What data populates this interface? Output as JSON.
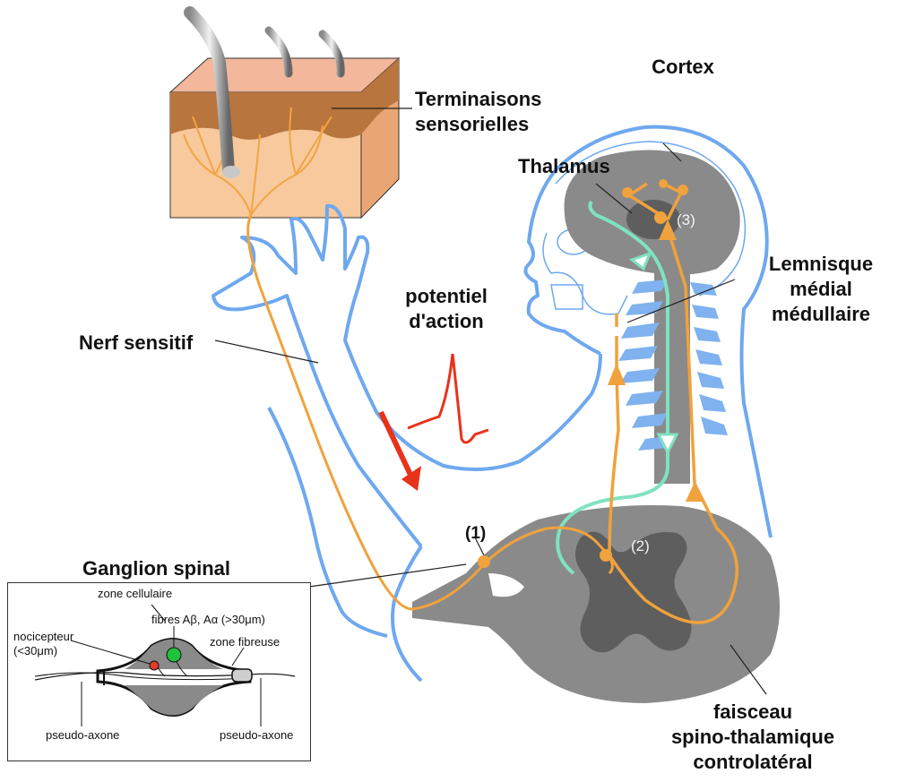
{
  "labels": {
    "cortex": "Cortex",
    "terminaisons_line1": "Terminaisons",
    "terminaisons_line2": "sensorielles",
    "thalamus": "Thalamus",
    "lemnisque_line1": "Lemnisque",
    "lemnisque_line2": "médial",
    "lemnisque_line3": "médullaire",
    "potentiel_line1": "potentiel",
    "potentiel_line2": "d'action",
    "nerf_sensitif": "Nerf sensitif",
    "ganglion_spinal": "Ganglion spinal",
    "faisceau_line1": "faisceau",
    "faisceau_line2": "spino-thalamique",
    "faisceau_line3": "controlatéral",
    "marker_1": "(1)",
    "marker_2": "(2)",
    "marker_3": "(3)"
  },
  "inset": {
    "zone_cellulaire": "zone cellulaire",
    "fibres": "fibres Aβ, Aα (>30μm)",
    "nocicepteur_line1": "nocicepteur",
    "nocicepteur_line2": "(<30μm)",
    "zone_fibreuse": "zone fibreuse",
    "pseudo_axone_left": "pseudo-axone",
    "pseudo_axone_right": "pseudo-axone"
  },
  "colors": {
    "body_outline": "#6ea8ef",
    "nerve": "#f0a23c",
    "lemniscal": "#7ee3c0",
    "action_potential": "#e8321a",
    "grey_matter": "#8a8a8a",
    "dark_grey": "#5e5e5e",
    "skin": "#f6c79a",
    "vertebrae": "#7fb2ee"
  }
}
